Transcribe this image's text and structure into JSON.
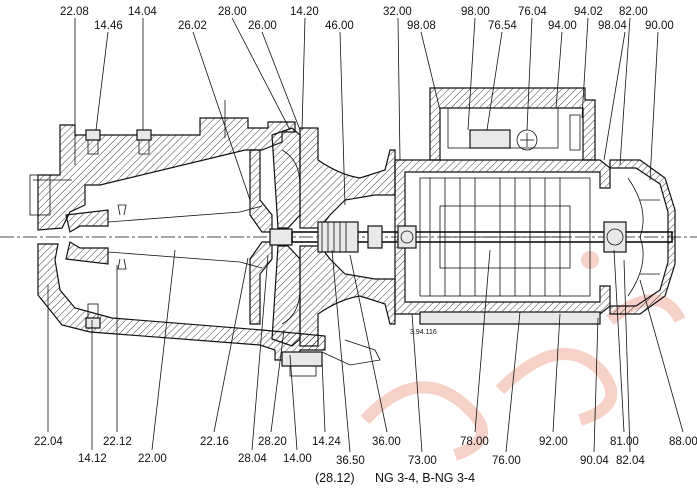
{
  "labels": {
    "top": [
      "22.08",
      "14.46",
      "14.04",
      "26.02",
      "28.00",
      "26.00",
      "14.20",
      "46.00",
      "32.00",
      "98.08",
      "98.00",
      "76.54",
      "76.04",
      "94.00",
      "94.02",
      "98.04",
      "82.00",
      "90.00"
    ],
    "bottom": [
      "22.04",
      "14.12",
      "22.12",
      "22.00",
      "22.16",
      "28.04",
      "28.20",
      "14.00",
      "14.24",
      "36.50",
      "36.00",
      "73.00",
      "78.00",
      "76.00",
      "92.00",
      "90.04",
      "81.00",
      "82.04",
      "88.00"
    ]
  },
  "caption": {
    "variant": "(28.12)",
    "model": "NG 3-4, B-NG 3-4"
  },
  "drawing_code": "3.94.116",
  "watermark": "ia.su",
  "colors": {
    "line": "#111111",
    "watermark": "#f4c9bd"
  }
}
